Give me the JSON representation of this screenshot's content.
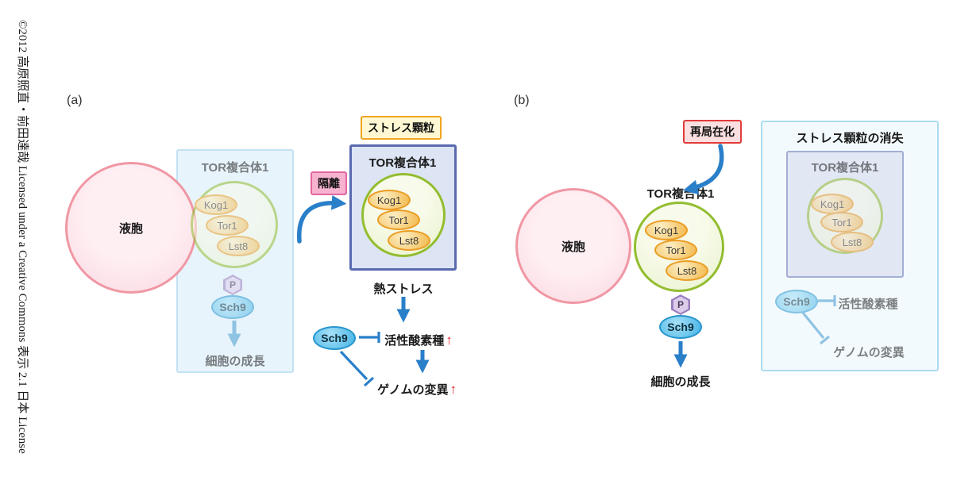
{
  "copyright": "©2012 高原照直・前田達哉 Licensed under a Creative Commons 表示 2.1 日本 License",
  "glyphs": {
    "up_arrow": "↑"
  },
  "panel_a": {
    "label": "(a)",
    "vacuole": "液胞",
    "inactive": {
      "title": "TOR複合体1",
      "subunits": [
        "Kog1",
        "Tor1",
        "Lst8"
      ],
      "p": "P",
      "sch9": "Sch9",
      "growth": "細胞の成長"
    },
    "sequester_badge": "隔離",
    "granule_badge": "ストレス顆粒",
    "granule": {
      "title": "TOR複合体1",
      "subunits": [
        "Kog1",
        "Tor1",
        "Lst8"
      ]
    },
    "heat_stress": "熱ストレス",
    "sch9": "Sch9",
    "ros": "活性酸素種",
    "mutation": "ゲノムの変異"
  },
  "panel_b": {
    "label": "(b)",
    "relocalization_badge": "再局在化",
    "vacuole": "液胞",
    "active": {
      "title": "TOR複合体1",
      "subunits": [
        "Kog1",
        "Tor1",
        "Lst8"
      ],
      "p": "P",
      "sch9": "Sch9",
      "growth": "細胞の成長"
    },
    "dissolved": {
      "title": "ストレス顆粒の消失",
      "complex_title": "TOR複合体1",
      "subunits": [
        "Kog1",
        "Tor1",
        "Lst8"
      ],
      "sch9": "Sch9",
      "ros": "活性酸素種",
      "mutation": "ゲノムの変異"
    }
  },
  "colors": {
    "arrow_blue": "#2a7fc9",
    "arrow_faded": "#8fc3e3",
    "up_arrow_red": "#e01f1f",
    "granule_border": "#5a6ab0",
    "complex_green": "#93bd30",
    "subunit_orange": "#ea9d25",
    "vacuole_pink": "#f097a4",
    "badge_yellow_border": "#efa51f",
    "badge_pink_fill": "#f6b2cf",
    "badge_red_border": "#e13b3b"
  }
}
